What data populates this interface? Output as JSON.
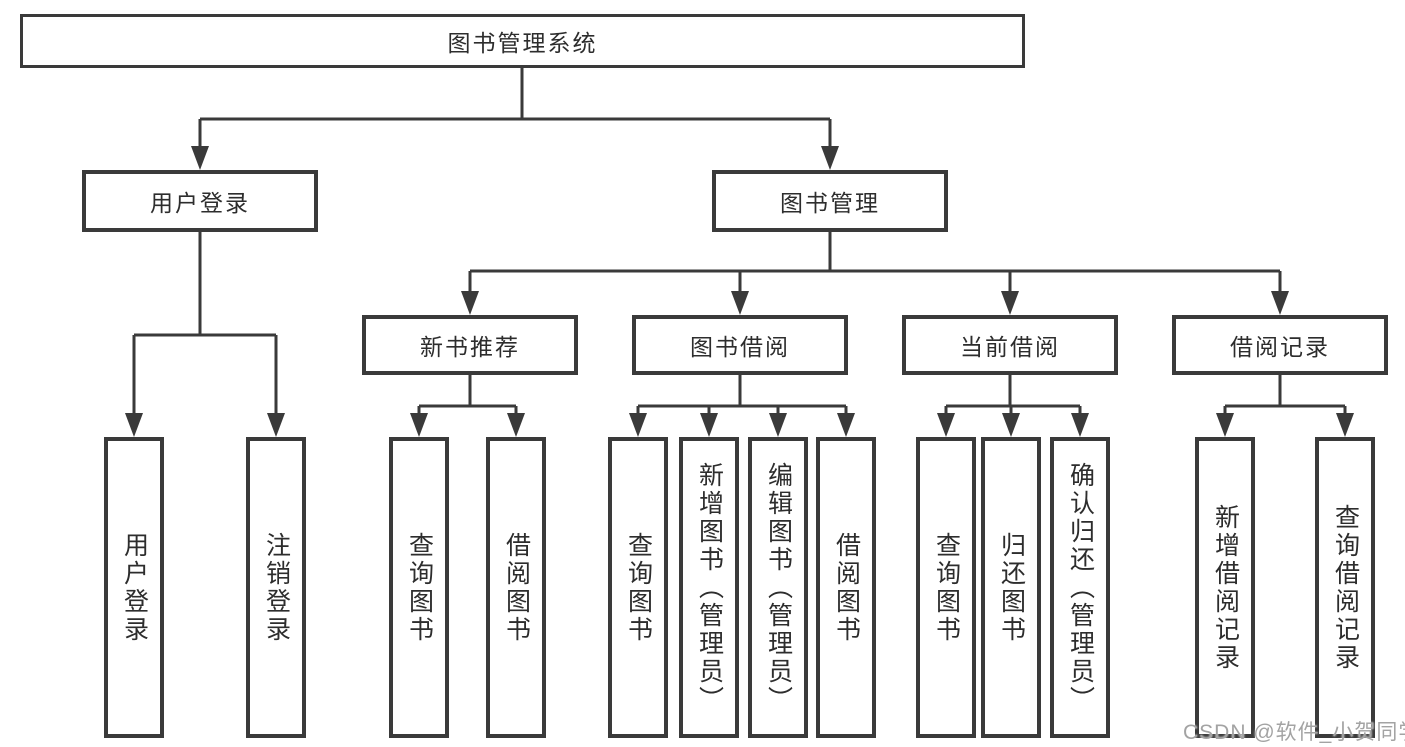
{
  "tree": {
    "root": {
      "label": "图书管理系统"
    },
    "level2": [
      {
        "label": "用户登录",
        "parent": "图书管理系统"
      },
      {
        "label": "图书管理",
        "parent": "图书管理系统"
      }
    ],
    "level3": [
      {
        "label": "新书推荐",
        "parent": "图书管理"
      },
      {
        "label": "图书借阅",
        "parent": "图书管理"
      },
      {
        "label": "当前借阅",
        "parent": "图书管理"
      },
      {
        "label": "借阅记录",
        "parent": "图书管理"
      }
    ],
    "leaves": [
      {
        "label": "用户登录",
        "parent": "用户登录"
      },
      {
        "label": "注销登录",
        "parent": "用户登录"
      },
      {
        "label": "查询图书",
        "parent": "新书推荐"
      },
      {
        "label": "借阅图书",
        "parent": "新书推荐"
      },
      {
        "label": "查询图书",
        "parent": "图书借阅"
      },
      {
        "label": "新增图书（管理员）",
        "parent": "图书借阅"
      },
      {
        "label": "编辑图书（管理员）",
        "parent": "图书借阅"
      },
      {
        "label": "借阅图书",
        "parent": "图书借阅"
      },
      {
        "label": "查询图书",
        "parent": "当前借阅"
      },
      {
        "label": "归还图书",
        "parent": "当前借阅"
      },
      {
        "label": "确认归还（管理员）",
        "parent": "当前借阅"
      },
      {
        "label": "新增借阅记录",
        "parent": "借阅记录"
      },
      {
        "label": "查询借阅记录",
        "parent": "借阅记录"
      }
    ]
  },
  "watermark": {
    "text": "CSDN @软件_小贺同学"
  },
  "colors": {
    "line": "#3a3a3a",
    "text": "#2d2d2d",
    "watermark": "#a3a3a3",
    "background": "#ffffff"
  }
}
